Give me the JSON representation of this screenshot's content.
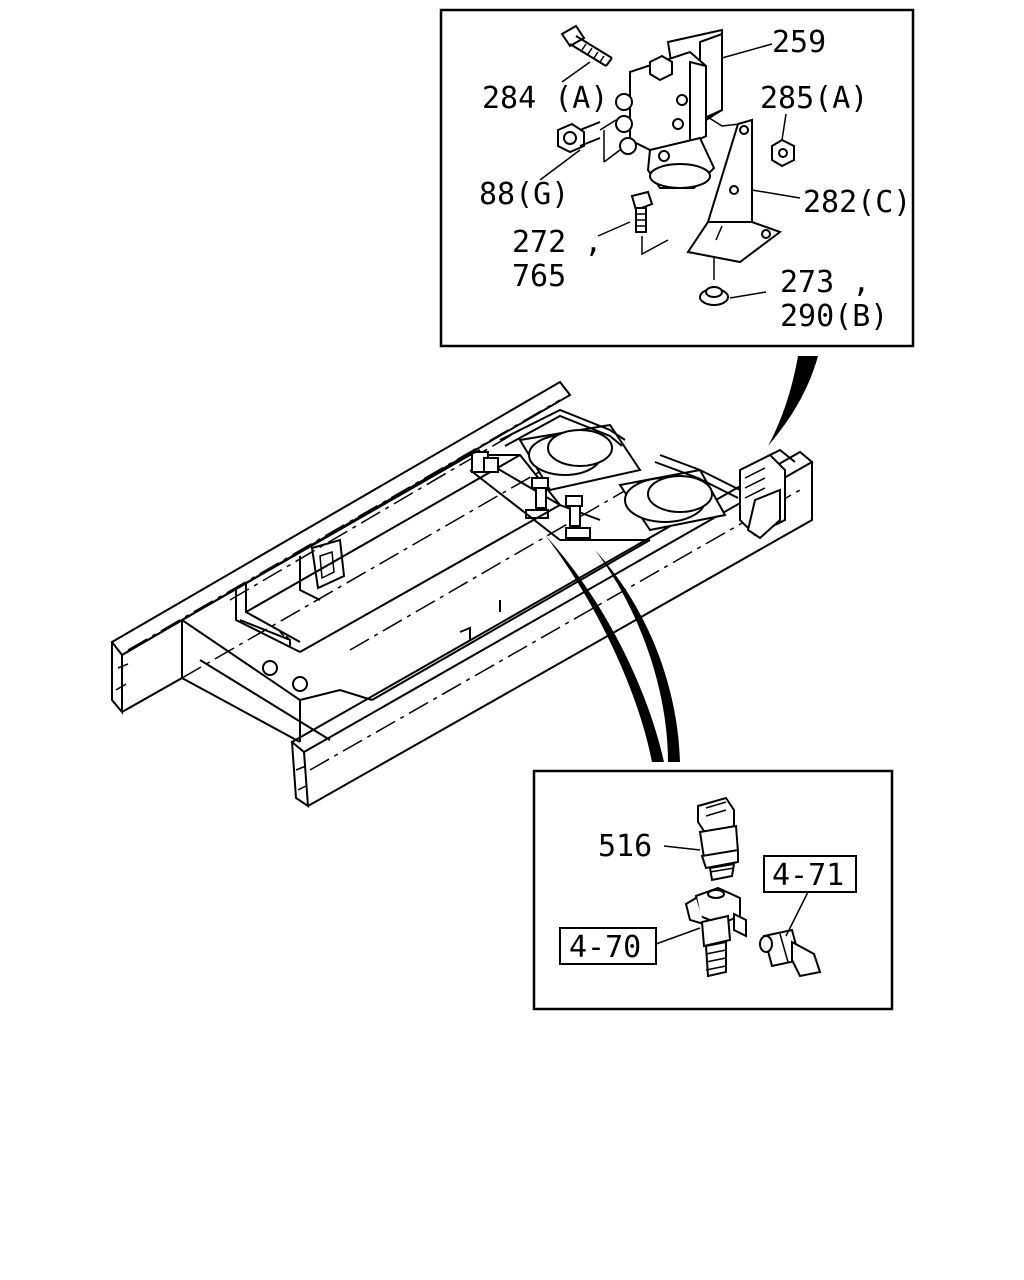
{
  "top_detail": {
    "labels": {
      "p259": "259",
      "p284": "284 (A)",
      "p285": "285(A)",
      "p88": "88(G)",
      "p282": "282(C)",
      "p272": "272 ,",
      "p765": "765",
      "p273": "273 ,",
      "p290": "290(B)"
    }
  },
  "bottom_detail": {
    "labels": {
      "p516": "516",
      "ref471": "4-71",
      "ref470": "4-70"
    }
  }
}
